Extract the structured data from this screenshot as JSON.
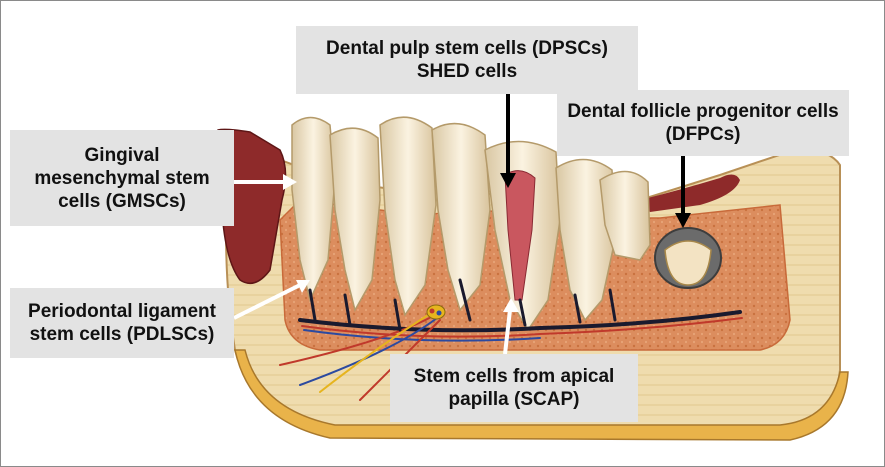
{
  "labels": {
    "gmsc": {
      "line1": "Gingival",
      "line2": "mesenchymal stem",
      "line3": "cells  (GMSCs)"
    },
    "pdlsc": {
      "line1": "Periodontal ligament",
      "line2": "stem cells (PDLSCs)"
    },
    "dpsc": {
      "line1": "Dental pulp stem cells (DPSCs)",
      "line2": "SHED cells"
    },
    "dfpc": {
      "line1": "Dental follicle progenitor cells",
      "line2": "(DFPCs)"
    },
    "scap": {
      "line1": "Stem cells from apical",
      "line2": "papilla (SCAP)"
    }
  },
  "colors": {
    "label_background": "#e3e3e3",
    "tooth_enamel": "#f1e4c8",
    "bone_spongy": "#d9875a",
    "bone_cortex": "#f0e2c0",
    "gingiva": "#8e2a2a",
    "nerve": "#1a1a2e",
    "artery": "#c0392b",
    "vein": "#2c4aa0",
    "arrow_white": "#ffffff",
    "arrow_black": "#000000"
  }
}
